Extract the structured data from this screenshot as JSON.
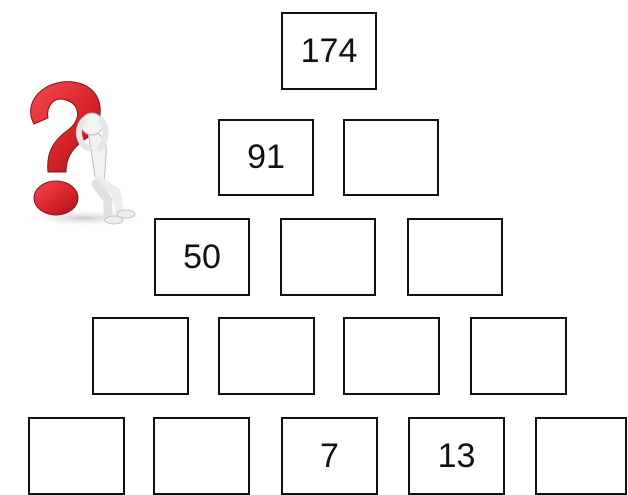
{
  "pyramid": {
    "rows": [
      [
        "174"
      ],
      [
        "91",
        ""
      ],
      [
        "50",
        "",
        ""
      ],
      [
        "",
        "",
        "",
        ""
      ],
      [
        "",
        "",
        "7",
        "13",
        ""
      ]
    ]
  },
  "illustration": {
    "icon": "thinking-man-question-mark-icon",
    "colors": {
      "question_mark": "#d8242a",
      "figure": "#f2f2f2"
    }
  }
}
